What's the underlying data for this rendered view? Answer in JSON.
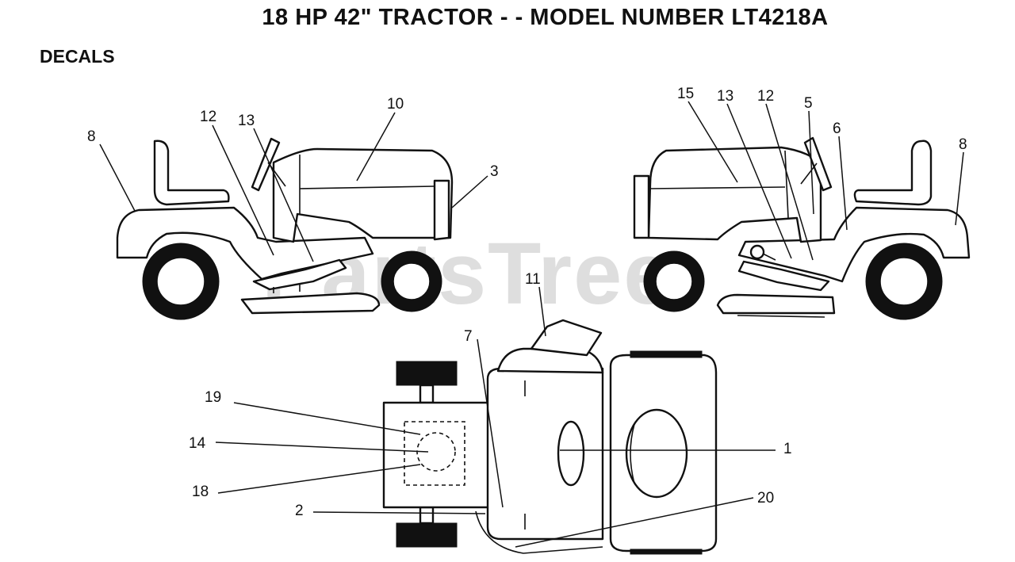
{
  "title": "18 HP 42\" TRACTOR - - MODEL NUMBER LT4218A",
  "section": "DECALS",
  "watermark": "PartsTree",
  "callouts": {
    "left": [
      "8",
      "12",
      "13",
      "10",
      "3"
    ],
    "right": [
      "15",
      "13",
      "12",
      "5",
      "6",
      "8"
    ],
    "top": [
      "11",
      "7",
      "19",
      "14",
      "18",
      "2",
      "20",
      "1"
    ]
  }
}
